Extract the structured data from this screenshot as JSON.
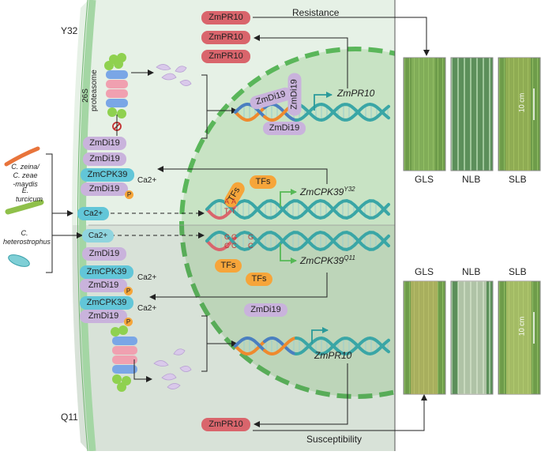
{
  "genotypes": {
    "top": "Y32",
    "bottom": "Q11"
  },
  "proteasome_label": "26S\nproteasome",
  "outcomes": {
    "resistance": "Resistance",
    "susceptibility": "Susceptibility"
  },
  "pathogens": [
    "C. zeina/\nC. zeae\n-maydis",
    "E.\nturcicum",
    "C.\nheterostrophus"
  ],
  "proteins": {
    "pr10": "ZmPR10",
    "di19": "ZmDi19",
    "cpk39": "ZmCPK39",
    "tfs": "TFs",
    "calcium": "Ca2+",
    "phospho": "P"
  },
  "genes": {
    "pr10": "ZmPR10",
    "cpk39_y32_base": "ZmCPK39",
    "cpk39_y32_sup": "Y32",
    "cpk39_q11_base": "ZmCPK39",
    "cpk39_q11_sup": "Q11"
  },
  "dna_letters": {
    "top": [
      "A",
      "A",
      "T",
      "T"
    ],
    "bottom": [
      "G",
      "G",
      "C",
      "C",
      "G",
      "C"
    ]
  },
  "disease_labels": [
    "GLS",
    "NLB",
    "SLB"
  ],
  "scale_bar": "10 cm",
  "colors": {
    "cell_bg": "#e6f1e6",
    "nucleus": "#c8e3c4",
    "nucleus_border": "#5ab65a",
    "membrane": "#a4d6a4",
    "pr10": "#d9656c",
    "di19": "#c9b3dc",
    "cpk39": "#62c6d8",
    "tfs": "#f6a53a",
    "dna_teal": "#3aa6a6",
    "dna_orange": "#ef8a2e",
    "dna_blue": "#4a7fc0"
  }
}
